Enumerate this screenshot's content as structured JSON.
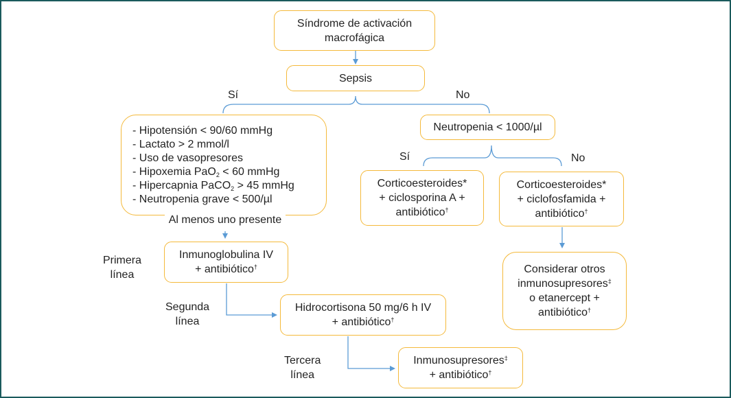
{
  "colors": {
    "node_border": "#f4b93a",
    "connector": "#5b9bd5",
    "frame": "#1b5a5c",
    "text": "#222222"
  },
  "nodes": {
    "root": {
      "line1": "Síndrome de activación",
      "line2": "macrofágica"
    },
    "sepsis": {
      "label": "Sepsis"
    },
    "criteria": {
      "items": [
        {
          "text": "- Hipotensión < 90/60 mmHg"
        },
        {
          "text": "- Lactato > 2 mmol/l"
        },
        {
          "text": "- Uso de vasopresores"
        },
        {
          "pre": "- Hipoxemia PaO",
          "sub": "2",
          "post": " < 60 mmHg"
        },
        {
          "pre": "- Hipercapnia PaCO",
          "sub": "2",
          "post": " > 45 mmHg"
        },
        {
          "text": "- Neutropenia grave < 500/µl"
        }
      ],
      "footer": "Al menos uno presente"
    },
    "neutropenia": {
      "label": "Neutropenia < 1000/µl"
    },
    "cort_ciclosporina": {
      "line1": "Corticoesteroides*",
      "line2": "+ ciclosporina A +",
      "line3": "antibiótico",
      "mark": "†"
    },
    "cort_ciclofosfamida": {
      "line1": "Corticoesteroides*",
      "line2": "+ ciclofosfamida +",
      "line3": "antibiótico",
      "mark": "†"
    },
    "considerar": {
      "line1": "Considerar otros",
      "line2": "inmunosupresores",
      "mark2": "‡",
      "line3": "o etanercept +",
      "line4": "antibiótico",
      "mark4": "†"
    },
    "inmunoglobulina": {
      "line1": "Inmunoglobulina IV",
      "line2": "+ antibiótico",
      "mark": "†"
    },
    "hidrocortisona": {
      "line1": "Hidrocortisona 50 mg/6 h IV",
      "line2": "+ antibiótico",
      "mark": "†"
    },
    "inmunosupresores": {
      "line1": "Inmunosupresores",
      "mark1": "‡",
      "line2": "+ antibiótico",
      "mark": "†"
    }
  },
  "branch_labels": {
    "sepsis_yes": "Sí",
    "sepsis_no": "No",
    "neutro_yes": "Sí",
    "neutro_no": "No"
  },
  "line_labels": {
    "primera": {
      "line1": "Primera",
      "line2": "línea"
    },
    "segunda": {
      "line1": "Segunda",
      "line2": "línea"
    },
    "tercera": {
      "line1": "Tercera",
      "line2": "línea"
    }
  }
}
